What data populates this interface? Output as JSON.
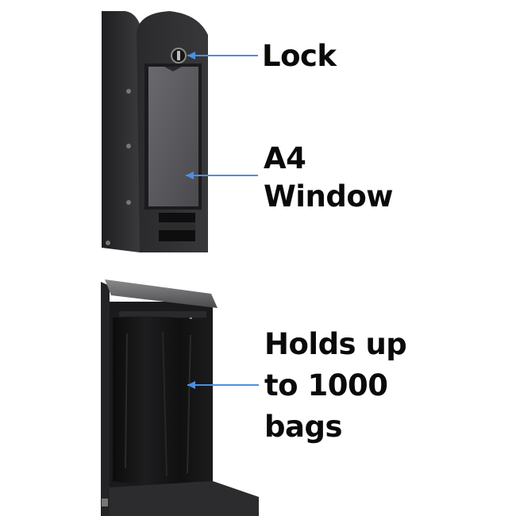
{
  "callouts": {
    "lock": {
      "lines": [
        "Lock"
      ]
    },
    "window": {
      "lines": [
        "A4",
        "Window"
      ]
    },
    "capacity": {
      "lines": [
        "Holds up",
        "to 1000",
        "bags"
      ]
    }
  },
  "colors": {
    "arrow": "#4a90e2",
    "text": "#0a0a0a",
    "housing": "#2b2b2e",
    "window_glass": "#5a5a5e",
    "bag": "#121212"
  }
}
